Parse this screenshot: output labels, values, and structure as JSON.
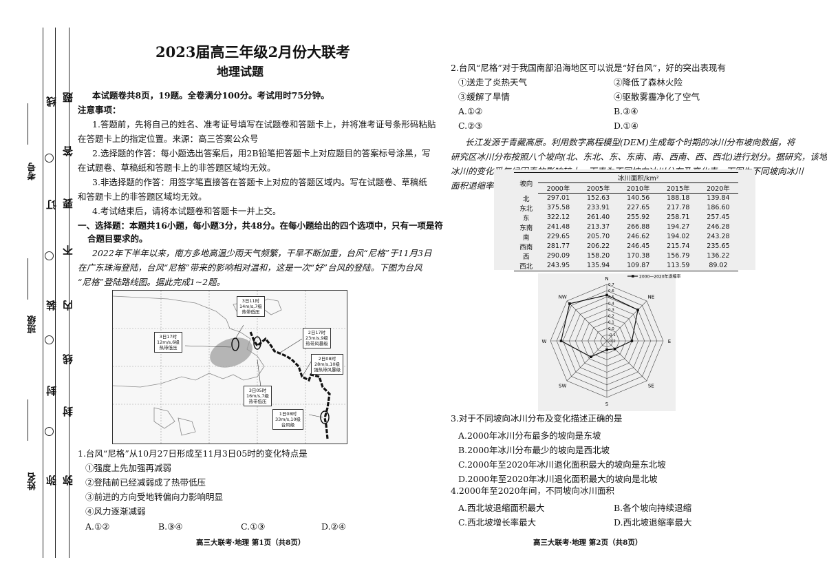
{
  "binding": {
    "name_label": "姓名",
    "class_label": "班级",
    "exam_no_label": "考号",
    "line_inner": [
      "弥",
      "封",
      "线",
      "内",
      "不",
      "要",
      "答",
      "题"
    ],
    "line_outer": [
      "弥",
      "封",
      "线",
      "装",
      "订",
      "线"
    ]
  },
  "page1": {
    "title": "2023届高三年级2月份大联考",
    "subtitle": "地理试题",
    "intro": "本试题卷共8页，19题。全卷满分100分。考试用时75分钟。",
    "notes_title": "注意事项：",
    "notes": [
      "1.答题前，先将自己的姓名、准考证号填写在试题卷和答题卡上，并将准考证号条形码粘贴",
      "在答题卡上的指定位置。来源：高三答案公众号",
      "2.选择题的作答：每小题选出答案后，用2B铅笔把答题卡上对应题目的答案标号涂黑，写",
      "在试题卷、草稿纸和答题卡上的非答题区域均无效。",
      "3.非选择题的作答：用签字笔直接答在答题卡上对应的答题区域内。写在试题卷、草稿纸",
      "和答题卡上的非答题区域均无效。",
      "4.考试结束后，请将本试题卷和答题卡一并上交。"
    ],
    "section_title_1": "一、选择题：本题共16小题，每小题3分，共48分。在每小题给出的四个选项中，只有一项是符",
    "section_title_2": "合题目要求的。",
    "passage": [
      "2022年下半年以来，南方多地高温少雨天气频繁，干旱不断加重，台风“尼格”于11月3日",
      "在广东珠海登陆，台风“尼格”带来的影响相对温和，这是一次“好”台风的登陆。下图为台风",
      "“尼格”登陆路线图。据此完成1~2题。"
    ],
    "map_labels": [
      [
        "3日11时",
        "14m/s,7级",
        "热带低压"
      ],
      [
        "3日17时",
        "12m/s,6级",
        "热带低压"
      ],
      [
        "2日17时",
        "23m/s,9级",
        "热带风暴级"
      ],
      [
        "2日08时",
        "28m/s,10级",
        "强热带风暴级"
      ],
      [
        "3日05时",
        "16m/s,7级",
        "热带低压"
      ],
      [
        "1日08时",
        "33m/s,10级",
        "台风级"
      ]
    ],
    "q1": "1.台风“尼格”从10月27日形成至11月3日05时的变化特点是",
    "q1_items": [
      "①强度上先加强再减弱",
      "②登陆前已经减弱成了热带低压",
      "③前进的方向受地转偏向力影响明显",
      "④风力逐渐减弱"
    ],
    "q1_options": [
      "A.①②",
      "B.③④",
      "C.①③",
      "D.②④"
    ],
    "footer": "高三大联考·地理 第1页（共8页）"
  },
  "page2": {
    "q2": "2.台风“尼格”对于我国南部沿海地区可以说是“好台风”，好的突出表现有",
    "q2_items": [
      "①送走了炎热天气",
      "②降低了森林火险",
      "③缓解了旱情",
      "④驱散雾霾净化了空气"
    ],
    "q2_options": [
      "A.①②",
      "B.③④",
      "C.②③",
      "D.①④"
    ],
    "passage": [
      "长江发源于青藏高原。利用数字高程模型(DEM)生成每个时期的冰川分布坡向数据，将",
      "研究区冰川分布按照八个坡向(北、东北、东、东南、南、西南、西、西北)进行划分。据研究，该地",
      "冰川的变化受气候因素的影响较大。下表为不同坡向冰川分布及变化表，下图为不同坡向冰川",
      "面积退缩率。据此完成3~5题。"
    ],
    "table": {
      "corner": "坡向",
      "group_header": "冰川面积/km²",
      "years": [
        "2000年",
        "2005年",
        "2010年",
        "2015年",
        "2020年"
      ],
      "rows": [
        [
          "北",
          "297.01",
          "152.63",
          "140.56",
          "188.18",
          "139.84"
        ],
        [
          "东北",
          "375.58",
          "233.91",
          "227.65",
          "217.78",
          "186.60"
        ],
        [
          "东",
          "322.12",
          "261.40",
          "255.92",
          "258.71",
          "257.45"
        ],
        [
          "东南",
          "241.48",
          "213.37",
          "266.88",
          "194.27",
          "246.28"
        ],
        [
          "南",
          "229.65",
          "205.70",
          "246.62",
          "194.02",
          "243.28"
        ],
        [
          "西南",
          "281.77",
          "206.22",
          "246.45",
          "215.74",
          "235.65"
        ],
        [
          "西",
          "290.09",
          "158.20",
          "170.38",
          "156.79",
          "136.22"
        ],
        [
          "西北",
          "243.95",
          "135.94",
          "109.87",
          "113.59",
          "89.02"
        ]
      ]
    },
    "chart_data": {
      "type": "radar",
      "legend": "2000—2020年退缩率",
      "axes": [
        "N",
        "NE",
        "E",
        "SE",
        "S",
        "SW",
        "W",
        "NW"
      ],
      "ticks": [
        "0.7",
        "0.6",
        "0.5",
        "0.4",
        "0.3",
        "0.2",
        "0.1",
        "0.0",
        "-0.1",
        "-0.2"
      ],
      "range": [
        -0.2,
        0.7
      ],
      "values": [
        0.53,
        0.5,
        0.2,
        -0.02,
        -0.06,
        0.16,
        0.53,
        0.64
      ]
    },
    "q3": "3.对于不同坡向冰川分布及变化描述正确的是",
    "q3_options": [
      "A.2000年冰川分布最多的坡向是东坡",
      "B.2000年冰川分布最少的坡向是西北坡",
      "C.2000年至2020年冰川退化面积最大的坡向是东北坡",
      "D.2000年至2020年冰川退化面积最大的坡向是北坡"
    ],
    "q4": "4.2000年至2020年间，不同坡向冰川面积",
    "q4_options": [
      "A.西北坡退缩面积最大",
      "B.各个坡向持续退缩",
      "C.西北坡增长率最大",
      "D.西北坡退缩率最大"
    ],
    "footer": "高三大联考·地理 第2页（共8页）"
  }
}
